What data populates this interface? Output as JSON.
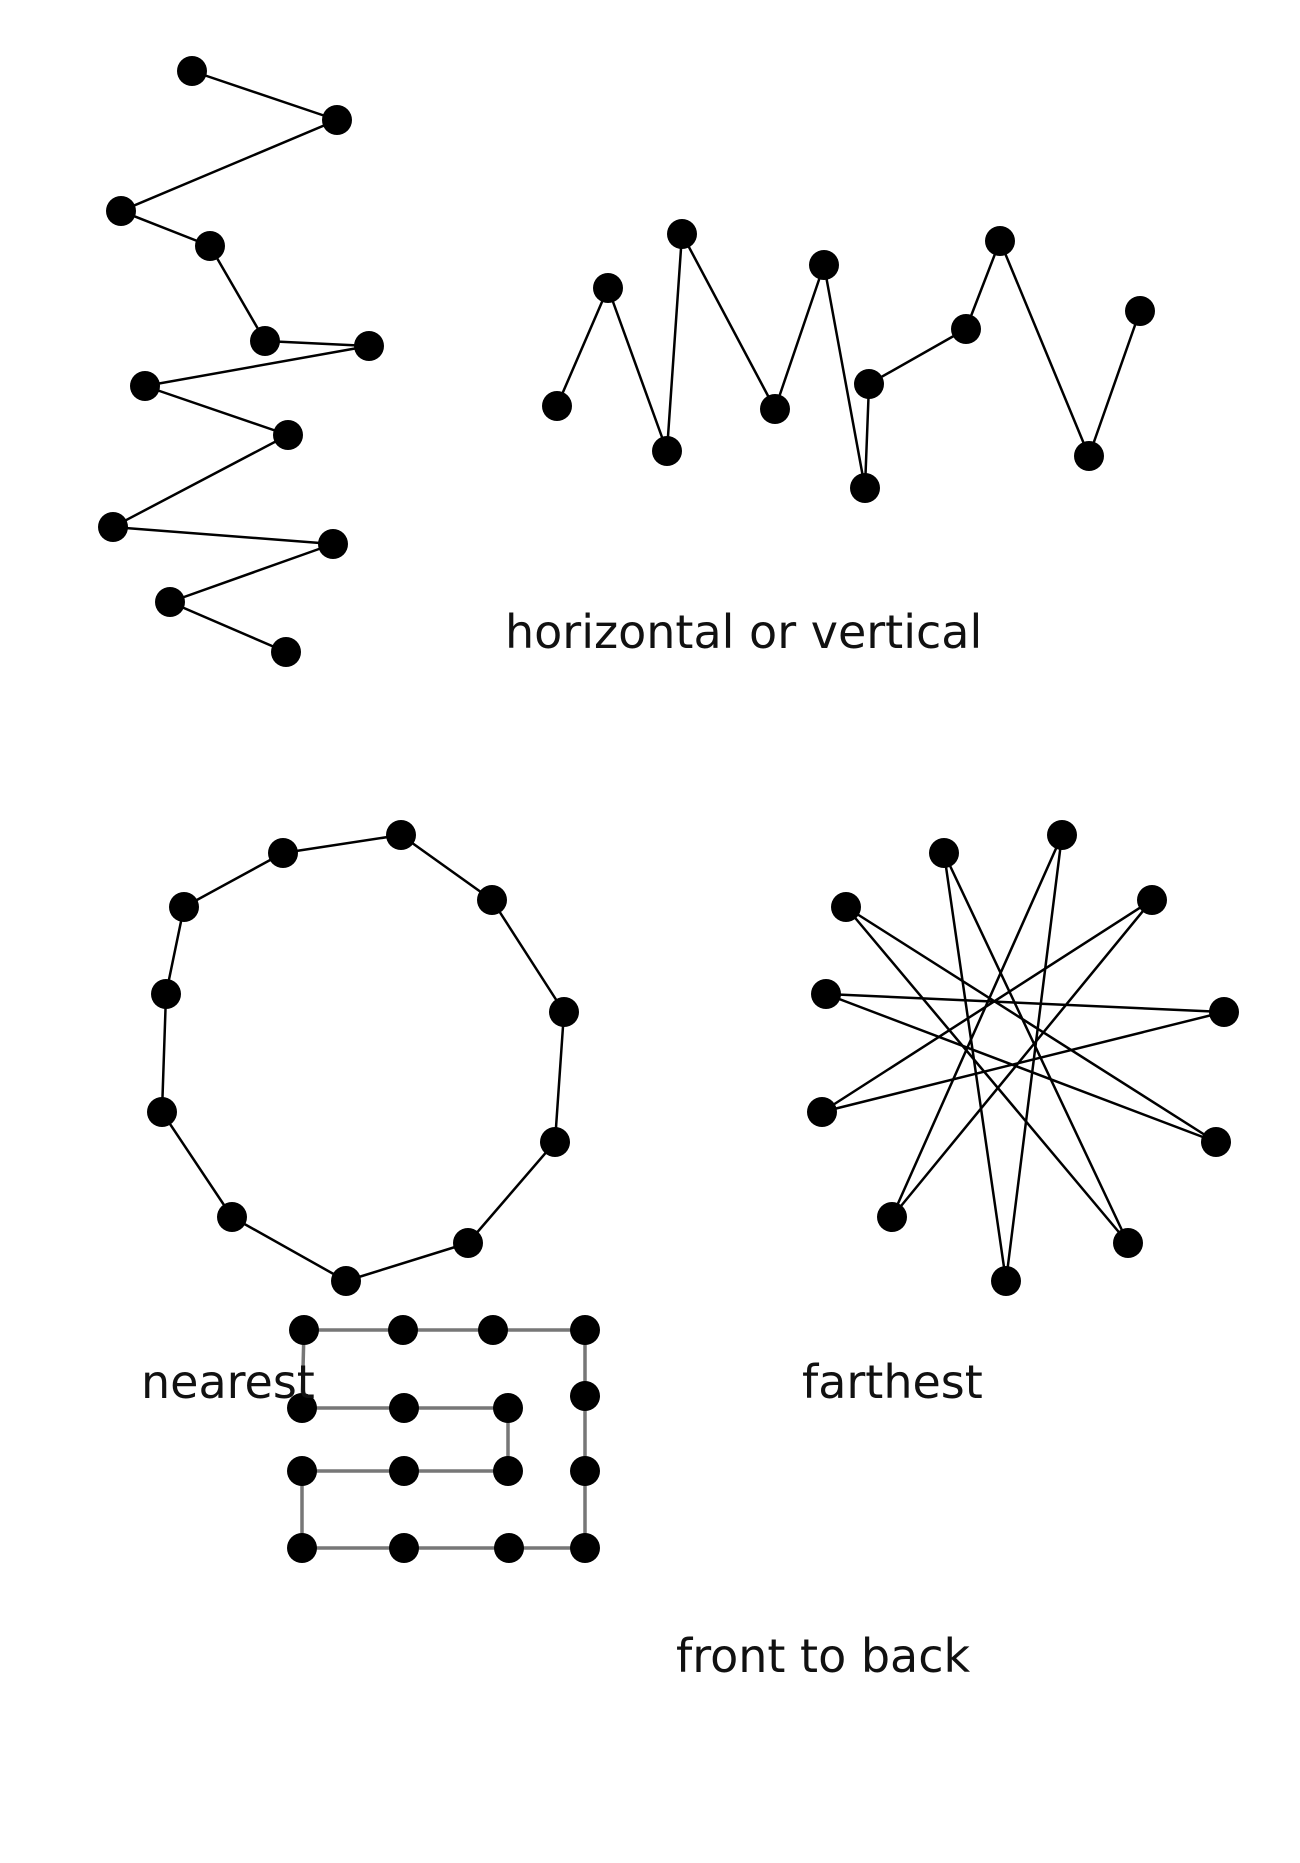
{
  "labels": {
    "horizontal_vertical": "horizontal or vertical",
    "nearest": "nearest",
    "farthest": "farthest",
    "front_to_back": "front to back"
  },
  "colors": {
    "node": "#000000",
    "edge": "#000000",
    "grid_edge": "#777777",
    "background": "#ffffff"
  }
}
